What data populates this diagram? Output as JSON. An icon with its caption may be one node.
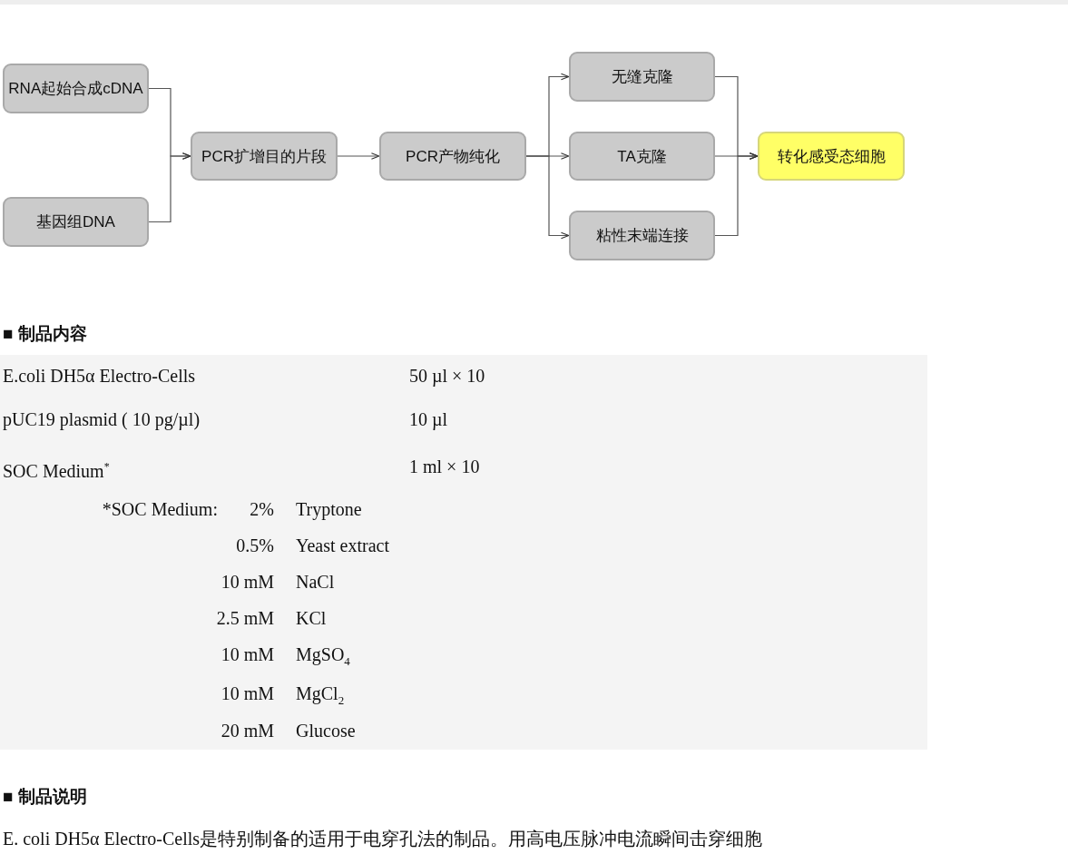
{
  "diagram": {
    "nodes": [
      {
        "text": [
          "RNA起始合成cDNA"
        ]
      },
      {
        "text": [
          "基因组DNA"
        ]
      },
      {
        "text": [
          "PCR扩增目的片段"
        ]
      },
      {
        "text": [
          "PCR产物纯化"
        ]
      },
      {
        "text": [
          "无缝克隆"
        ]
      },
      {
        "text": [
          "TA克隆"
        ]
      },
      {
        "text": [
          "粘性末端连接"
        ]
      },
      {
        "text": [
          "转化感受态细胞"
        ]
      }
    ],
    "edges": [
      {
        "from": 0,
        "to": 2,
        "arrow": "to"
      },
      {
        "from": 1,
        "to": 2,
        "arrow": "to"
      },
      {
        "from": 2,
        "to": 3,
        "arrow": "to"
      },
      {
        "from": 3,
        "to": 4,
        "arrow": "to"
      },
      {
        "from": 3,
        "to": 5,
        "arrow": "to"
      },
      {
        "from": 3,
        "to": 6,
        "arrow": "to"
      },
      {
        "from": 4,
        "to": 7,
        "arrow": "to"
      },
      {
        "from": 5,
        "to": 7,
        "arrow": "to"
      },
      {
        "from": 6,
        "to": 7,
        "arrow": "to"
      }
    ],
    "labels": [
      "■ 制品内容",
      "E.coli DH5α Electro-Cells",
      "50 µl × 10",
      "pUC19 plasmid ( 10 pg/µl)",
      "10 µl",
      "SOC Medium$^{*}$",
      "1 ml × 10",
      "*SOC Medium:",
      "2%",
      "Tryptone",
      "0.5%",
      "Yeast extract",
      "10 mM",
      "NaCl",
      "2.5 mM",
      "KCl",
      "10 mM",
      "MgSO$_{4}$",
      "10 mM",
      "MgCl$_{2}$",
      "20 mM",
      "Glucose",
      "■ 制品说明",
      "E. coli DH5α Electro-Cells是特别制备的适用于电穿孔法的制品。用高电压脉冲电流瞬间击穿细胞"
    ]
  }
}
